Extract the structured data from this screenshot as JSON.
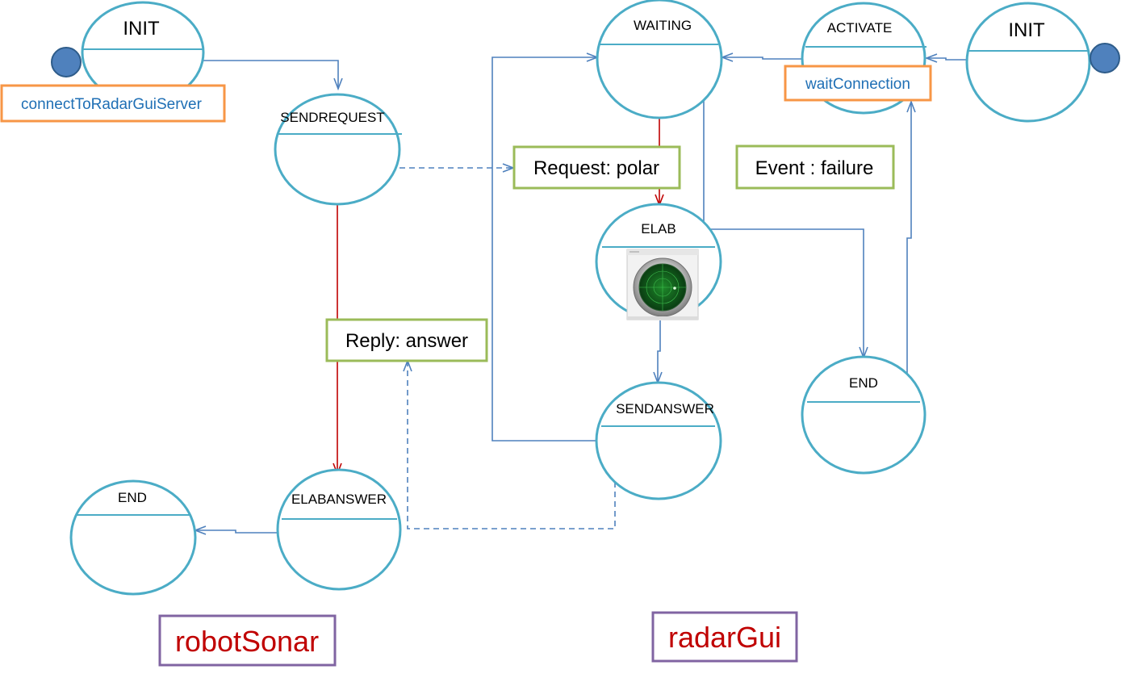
{
  "colors": {
    "state_border": "#4bacc6",
    "arrow_blue": "#4f81bd",
    "arrow_red": "#c00000",
    "init_dot": "#4f81bd",
    "action_border": "#f79646",
    "action_text": "#1f6fb5",
    "message_border": "#9bbb59",
    "actor_border": "#8064a2",
    "actor_text": "#c00000"
  },
  "robotSonar": {
    "init": "INIT",
    "init_action": "connectToRadarGuiServer",
    "sendrequest": "SENDREQUEST",
    "elabanswer": "ELABANSWER",
    "end": "END",
    "request_msg": "Request: polar",
    "reply_msg": "Reply: answer",
    "actor": "robotSonar"
  },
  "radarGui": {
    "init": "INIT",
    "activate": "ACTIVATE",
    "activate_action": "waitConnection",
    "waiting": "WAITING",
    "elab": "ELAB",
    "sendanswer": "SENDANSWER",
    "end": "END",
    "event_msg": "Event : failure",
    "actor": "radarGui",
    "radar_icon": "radar-screen-icon"
  }
}
